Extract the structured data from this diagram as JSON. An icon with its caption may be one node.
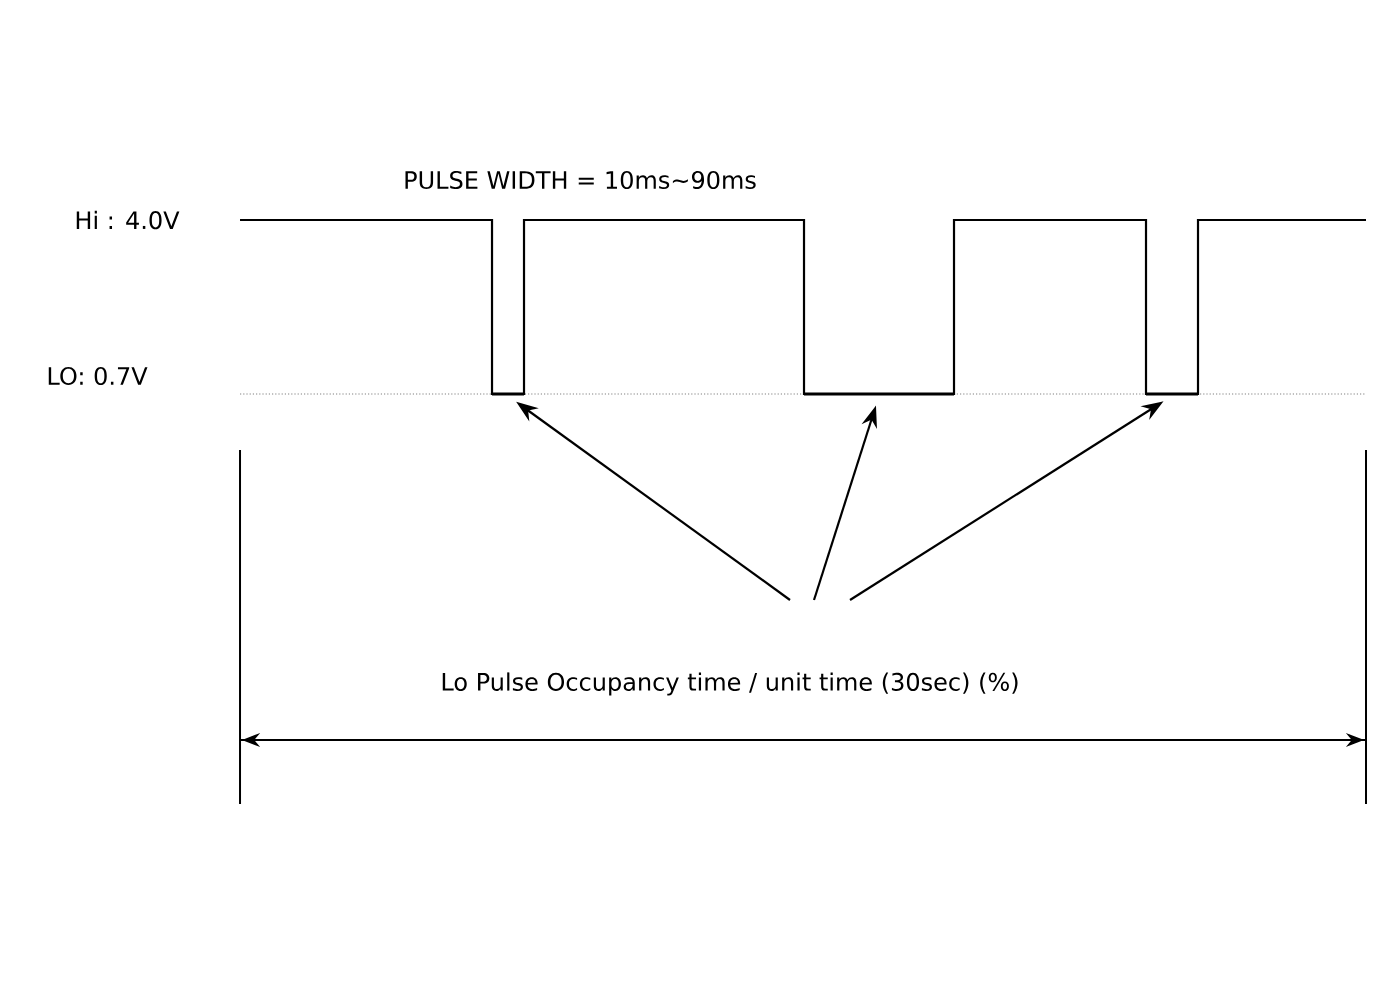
{
  "diagram": {
    "nodes": [
      {
        "text": [
          "Lo Pulse Occupancy time / unit time (30sec) (%)"
        ]
      },
      {
        "text": [],
        "shape": "bar"
      },
      {
        "text": [],
        "shape": "bar"
      },
      {
        "text": [],
        "shape": "bar"
      }
    ],
    "edges": [
      {
        "from": 0,
        "to": 1,
        "arrow": "to"
      },
      {
        "from": 0,
        "to": 2,
        "arrow": "to"
      },
      {
        "from": 0,
        "to": 3,
        "arrow": "to"
      }
    ],
    "labels": [
      "PULSE WIDTH = 10ms~90ms",
      "Hi : 4.0V",
      "LO: 0.7V"
    ]
  }
}
